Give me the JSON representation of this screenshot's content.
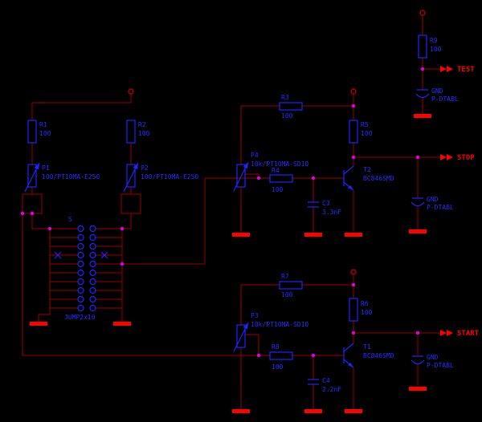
{
  "schematic": {
    "signals": {
      "test": "TEST",
      "stop": "STOP",
      "start": "START"
    },
    "components": {
      "r1": {
        "ref": "R1",
        "value": "100"
      },
      "r2": {
        "ref": "R2",
        "value": "100"
      },
      "r3": {
        "ref": "R3",
        "value": "100"
      },
      "r4": {
        "ref": "R4",
        "value": "100"
      },
      "r5": {
        "ref": "R5",
        "value": "100"
      },
      "r6": {
        "ref": "R6",
        "value": "100"
      },
      "r7": {
        "ref": "R7",
        "value": "100"
      },
      "r8": {
        "ref": "R8",
        "value": "100"
      },
      "r9": {
        "ref": "R9",
        "value": "100"
      },
      "p1": {
        "ref": "P1",
        "value": "100/PT10MA-E250"
      },
      "p2": {
        "ref": "P2",
        "value": "100/PT10MA-E250"
      },
      "p3": {
        "ref": "P3",
        "value": "10k/PT10MA-SD10"
      },
      "p4": {
        "ref": "P4",
        "value": "10k/PT10MA-SD10"
      },
      "c3": {
        "ref": "C3",
        "value": "3.3nF"
      },
      "c4": {
        "ref": "C4",
        "value": "2.2nF"
      },
      "t1": {
        "ref": "T1",
        "value": "BC846SMD"
      },
      "t2": {
        "ref": "T2",
        "value": "BC846SMD"
      },
      "s": {
        "ref": "S",
        "value": "JUMP2x10"
      },
      "gnd": {
        "ref": "GND",
        "value": "P-DTABL"
      }
    },
    "colors": {
      "background": "#000000",
      "wire": "#9b0000",
      "component": "#2222ff",
      "label": "#2a2aff",
      "signal": "#ff0000",
      "junction": "#e000e0",
      "ground": "#ff0000"
    }
  }
}
